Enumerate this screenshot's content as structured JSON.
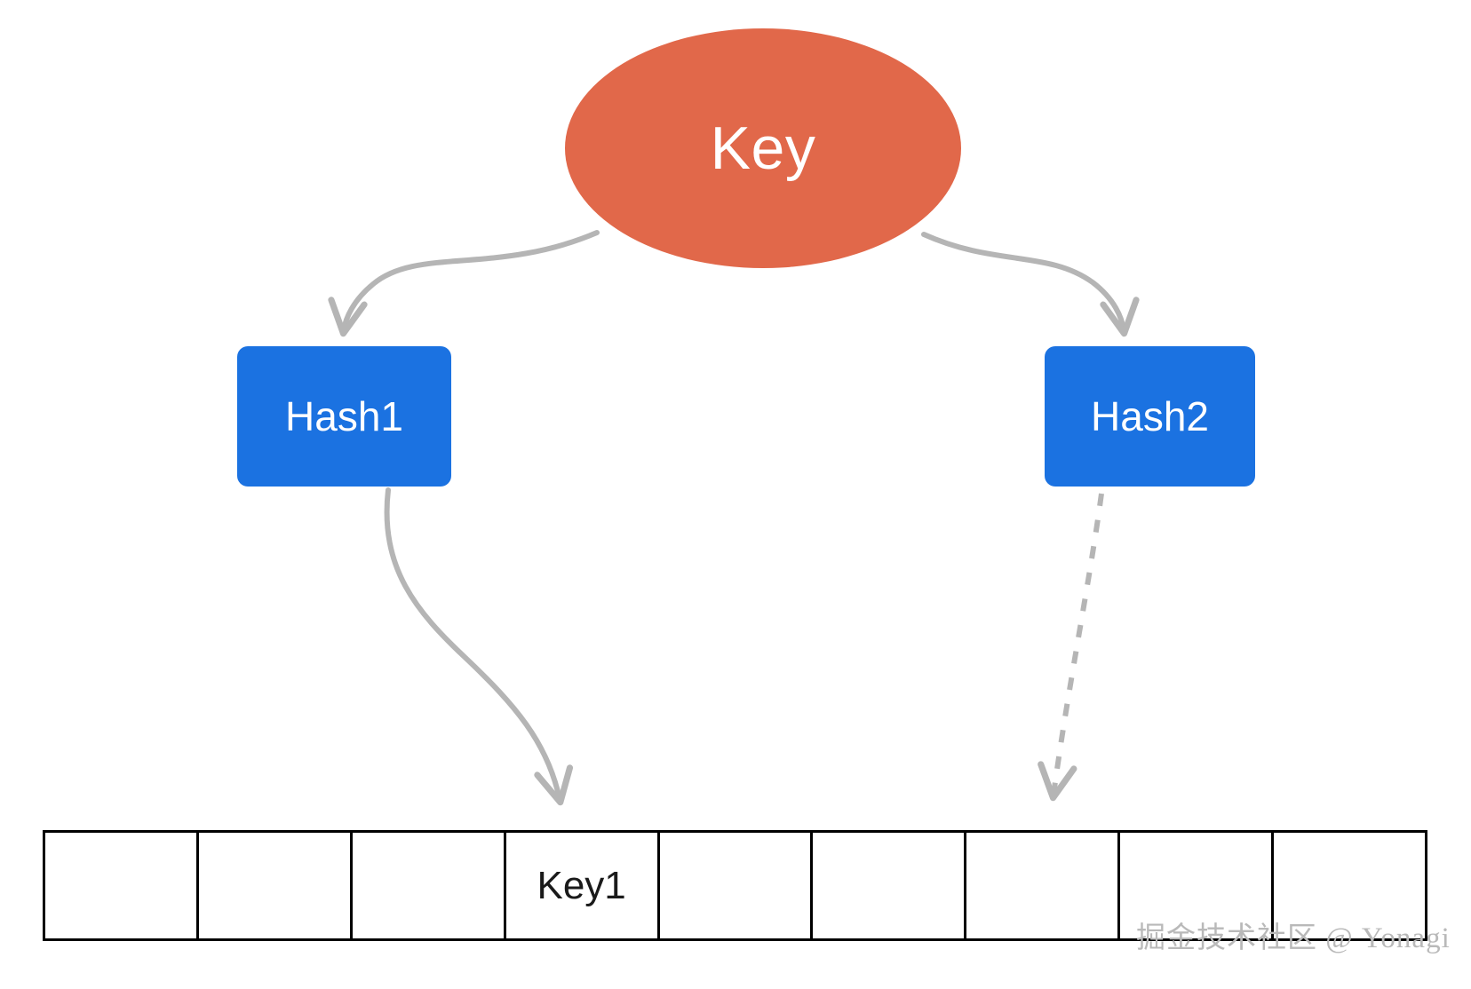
{
  "diagram": {
    "title": "Key hashing to hash table slots",
    "background_color": "#ffffff",
    "nodes": {
      "key": {
        "label": "Key",
        "shape": "ellipse",
        "fill_color": "#E1684A",
        "text_color": "#ffffff"
      },
      "hash1": {
        "label": "Hash1",
        "shape": "rounded-rectangle",
        "fill_color": "#1B72E1",
        "text_color": "#ffffff"
      },
      "hash2": {
        "label": "Hash2",
        "shape": "rounded-rectangle",
        "fill_color": "#1B72E1",
        "text_color": "#ffffff"
      }
    },
    "edges": [
      {
        "name": "key-to-hash1",
        "from": "key",
        "to": "hash1",
        "style": "solid",
        "color": "#B5B5B5",
        "arrowhead": true
      },
      {
        "name": "key-to-hash2",
        "from": "key",
        "to": "hash2",
        "style": "solid",
        "color": "#B5B5B5",
        "arrowhead": true
      },
      {
        "name": "hash1-to-slot4",
        "from": "hash1",
        "to": "slot-4",
        "style": "solid",
        "color": "#B5B5B5",
        "arrowhead": true
      },
      {
        "name": "hash2-to-slot7",
        "from": "hash2",
        "to": "slot-7",
        "style": "dashed",
        "color": "#B5B5B5",
        "arrowhead": true
      }
    ],
    "table": {
      "border_color": "#000000",
      "cell_count": 9,
      "cells": [
        {
          "index": 1,
          "value": ""
        },
        {
          "index": 2,
          "value": ""
        },
        {
          "index": 3,
          "value": ""
        },
        {
          "index": 4,
          "value": "Key1"
        },
        {
          "index": 5,
          "value": ""
        },
        {
          "index": 6,
          "value": ""
        },
        {
          "index": 7,
          "value": ""
        },
        {
          "index": 8,
          "value": ""
        },
        {
          "index": 9,
          "value": ""
        }
      ]
    },
    "watermark": {
      "text": "掘金技术社区 @ Yonagi",
      "color": "#b9b9b9"
    }
  }
}
